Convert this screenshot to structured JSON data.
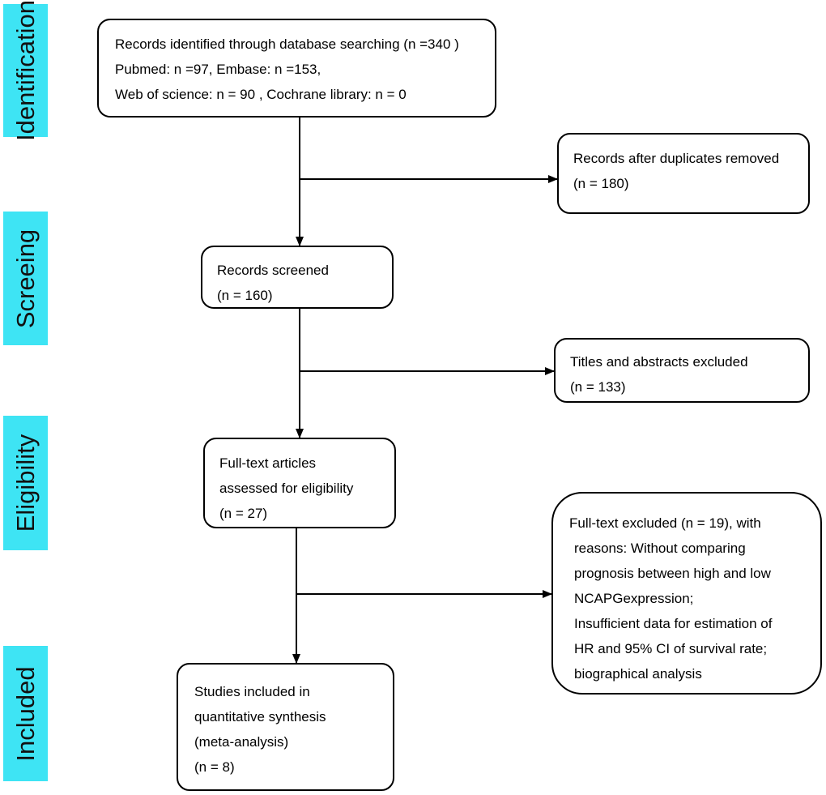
{
  "stages": {
    "identification": "Identification",
    "screening": "Screeing",
    "eligibility": "Eligibility",
    "included": "Included"
  },
  "boxes": {
    "identified": {
      "lines": [
        "Records identified through database searching (n =340 )",
        "Pubmed: n =97, Embase: n =153,",
        "Web of science: n = 90 , Cochrane library: n = 0"
      ]
    },
    "duplicates_removed": {
      "lines": [
        "Records after duplicates removed",
        "(n = 180)"
      ]
    },
    "screened": {
      "lines": [
        "Records screened",
        "(n = 160)"
      ]
    },
    "titles_excluded": {
      "lines": [
        "Titles and abstracts excluded",
        "(n = 133)"
      ]
    },
    "full_text_assessed": {
      "lines": [
        "Full-text articles",
        "assessed for eligibility",
        "(n = 27)"
      ]
    },
    "full_text_excluded": {
      "lines": [
        "Full-text excluded (n = 19), with",
        "reasons: Without comparing",
        "prognosis between high and low",
        "NCAPGexpression;",
        "Insufficient data for estimation of",
        "HR and 95% CI of survival rate;",
        "biographical analysis"
      ]
    },
    "included_studies": {
      "lines": [
        "Studies included in",
        "quantitative synthesis",
        "(meta-analysis)",
        "(n = 8)"
      ]
    }
  },
  "colors": {
    "stage_fill": "#3ee4f4",
    "stroke": "#000000"
  }
}
